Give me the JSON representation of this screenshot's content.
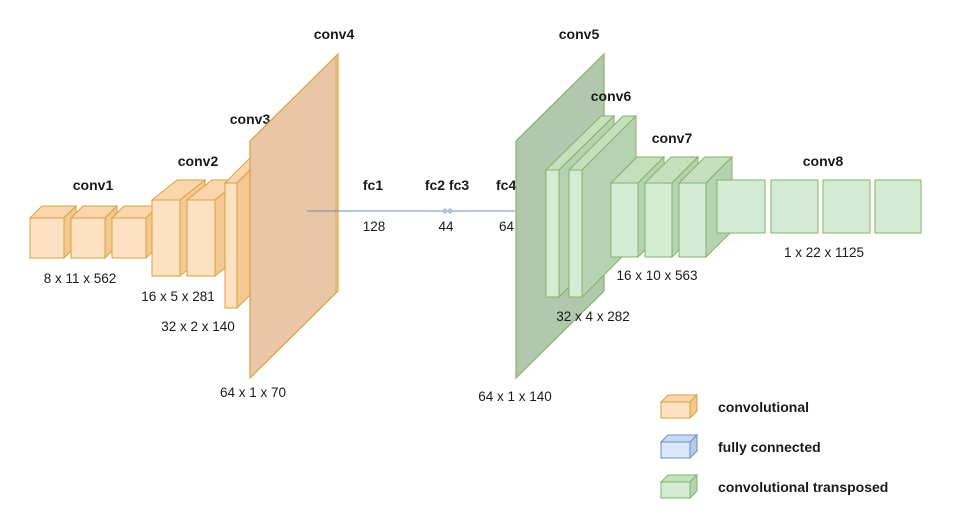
{
  "colors": {
    "conv_front": "#fde1c2",
    "conv_side": "#f5c892",
    "conv_top": "#fbd6ad",
    "conv_stroke": "#d6a23c",
    "conv4_fill": "#e9c6a6",
    "conv4_stroke": "#d6a23c",
    "fc_front": "#dae8fc",
    "fc_stroke": "#6c8ebf",
    "tconv_front": "#d5ecd4",
    "tconv_side": "#b6d3b1",
    "tconv_top": "#c4e0bf",
    "tconv_stroke": "#82b366",
    "conv5_fill": "#b2c8ae",
    "line": "#6c8ebf"
  },
  "layers": {
    "conv1": {
      "name": "conv1",
      "dims": "8 x 11 x 562"
    },
    "conv2": {
      "name": "conv2",
      "dims": "16 x 5 x 281"
    },
    "conv3": {
      "name": "conv3",
      "dims": "32 x 2 x 140"
    },
    "conv4": {
      "name": "conv4",
      "dims": "64 x 1 x 70"
    },
    "fc1": {
      "name": "fc1",
      "dims": "128"
    },
    "fc23": {
      "name": "fc2 fc3",
      "dims": "44"
    },
    "fc4": {
      "name": "fc4",
      "dims": "64"
    },
    "conv5": {
      "name": "conv5",
      "dims": "64 x 1 x 140"
    },
    "conv6": {
      "name": "conv6",
      "dims": "32 x 4 x 282"
    },
    "conv7": {
      "name": "conv7",
      "dims": "16 x 10 x 563"
    },
    "conv8": {
      "name": "conv8",
      "dims": "1 x 22 x 1125"
    }
  },
  "legend": [
    {
      "label": "convolutional",
      "icon": "orange-cube"
    },
    {
      "label": "fully connected",
      "icon": "blue-cube"
    },
    {
      "label": "convolutional transposed",
      "icon": "green-cube"
    }
  ]
}
